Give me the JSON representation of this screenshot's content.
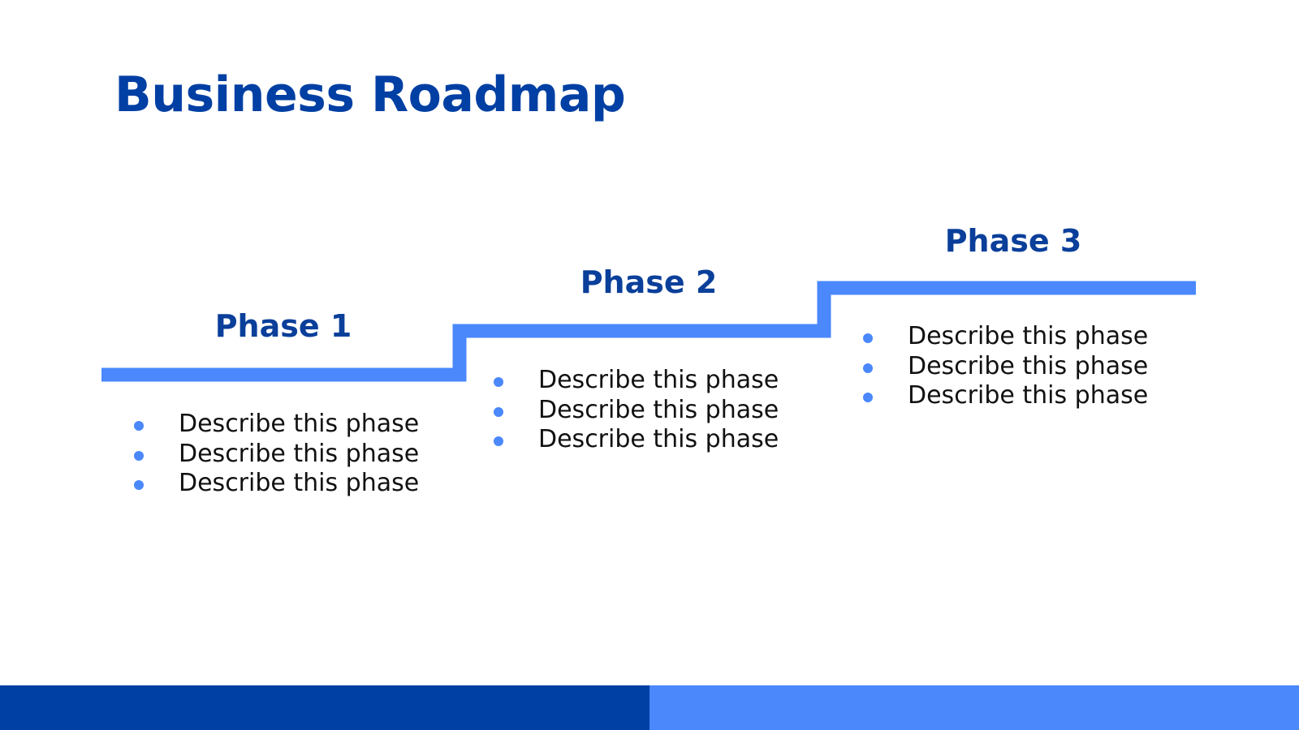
{
  "slide": {
    "title": "Business Roadmap"
  },
  "colors": {
    "title": "#003fa3",
    "heading": "#0a3f9a",
    "step_line": "#4a88fc",
    "bullet": "#4a88fc",
    "footer_left": "#003fa3",
    "footer_right": "#4a88fc"
  },
  "phases": [
    {
      "label": "Phase 1",
      "items": [
        "Describe this phase",
        "Describe this phase",
        "Describe this phase"
      ]
    },
    {
      "label": "Phase 2",
      "items": [
        "Describe this phase",
        "Describe this phase",
        "Describe this phase"
      ]
    },
    {
      "label": "Phase 3",
      "items": [
        "Describe this phase",
        "Describe this phase",
        "Describe this phase"
      ]
    }
  ]
}
